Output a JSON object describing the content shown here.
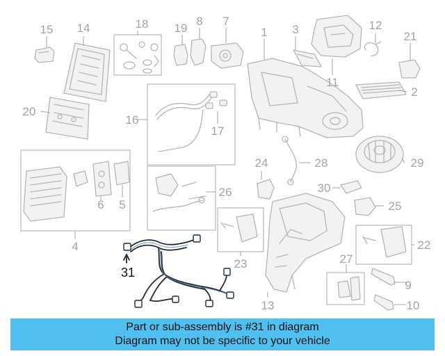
{
  "diagram": {
    "callouts": [
      "1",
      "2",
      "3",
      "4",
      "5",
      "6",
      "7",
      "8",
      "9",
      "10",
      "11",
      "12",
      "13",
      "14",
      "15",
      "16",
      "17",
      "18",
      "19",
      "20",
      "21",
      "22",
      "23",
      "24",
      "25",
      "26",
      "27",
      "28",
      "29",
      "30",
      "31"
    ],
    "highlighted_callout": "31",
    "colors": {
      "part_stroke": "#b5b5b5",
      "callout_text": "#a3a3a3",
      "highlight_text": "#111111",
      "harness": "#1f2a33"
    }
  },
  "banner": {
    "line1": "Part or sub-assembly is #31 in diagram",
    "line2": "Diagram may not be specific to your vehicle",
    "background": "#4fc0f0"
  }
}
